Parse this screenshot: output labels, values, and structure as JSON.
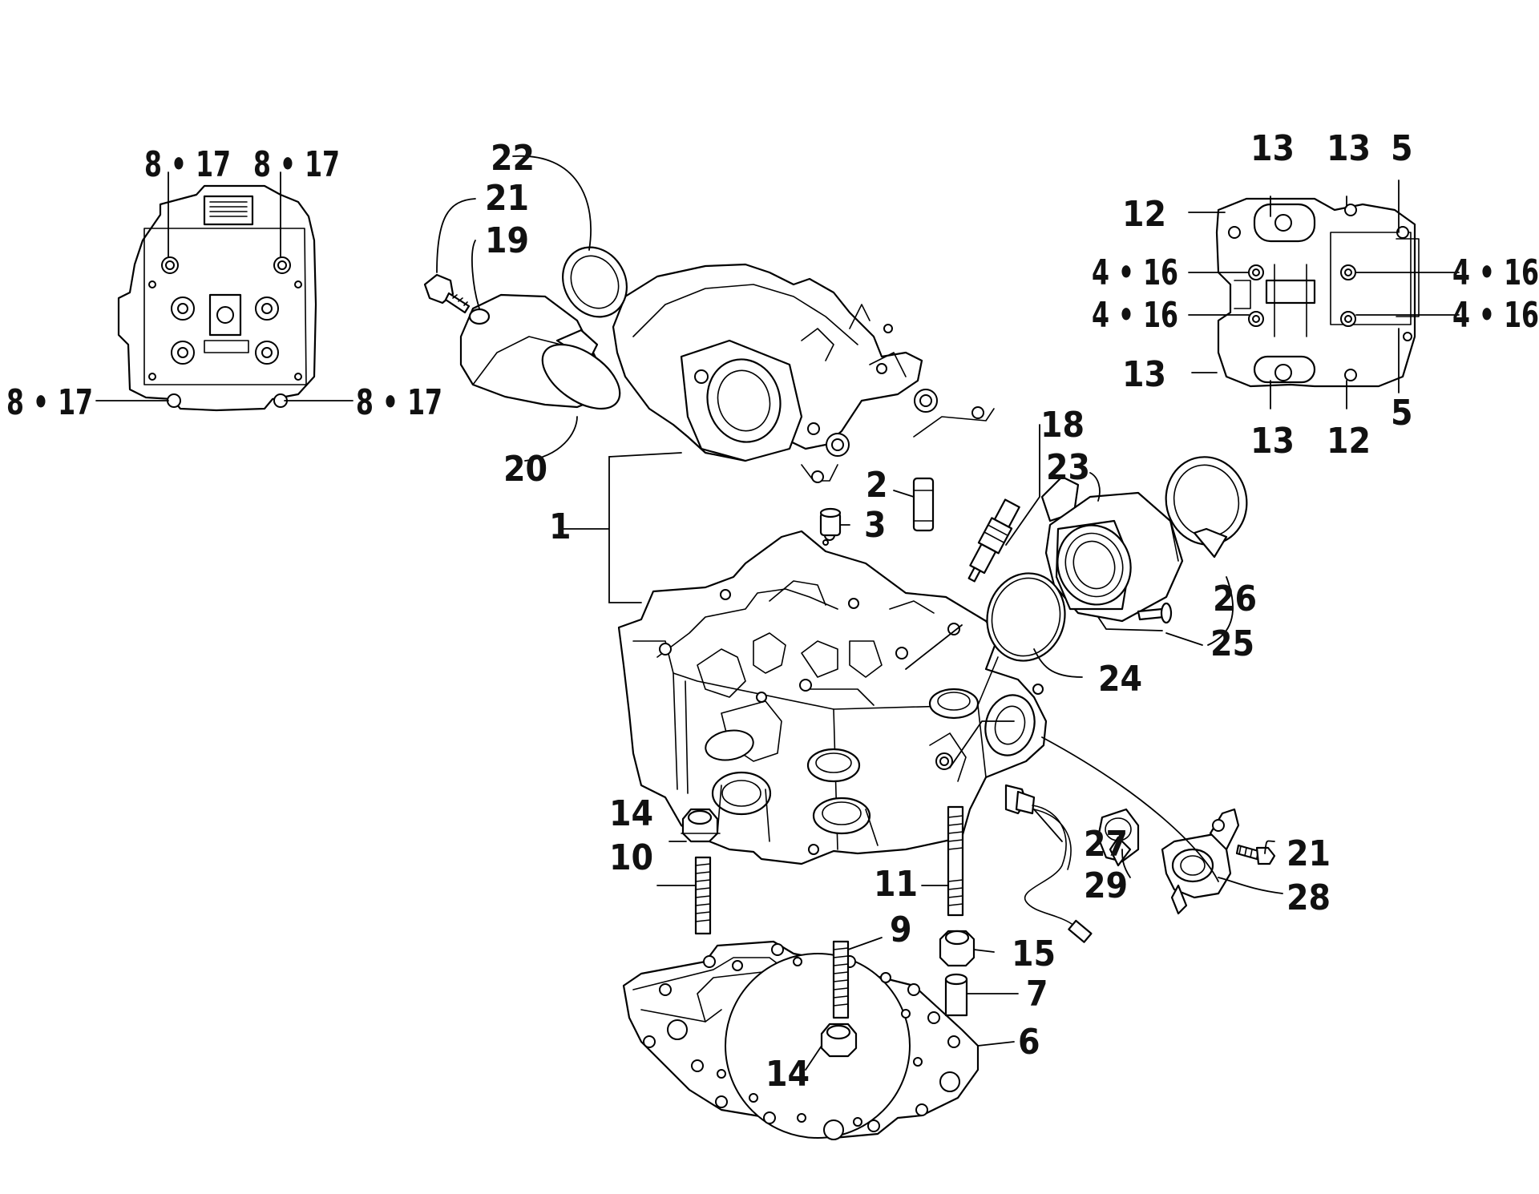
{
  "callouts": {
    "c1": "1",
    "c2": "2",
    "c3": "3",
    "c4_16_a": "4 • 16",
    "c4_16_b": "4 • 16",
    "c4_16_c": "4 • 16",
    "c4_16_d": "4 • 16",
    "c5_a": "5",
    "c5_b": "5",
    "c6": "6",
    "c7": "7",
    "c8_17_a": "8 • 17",
    "c8_17_b": "8 • 17",
    "c8_17_c": "8 • 17",
    "c8_17_d": "8 • 17",
    "c9": "9",
    "c10": "10",
    "c11": "11",
    "c12_a": "12",
    "c12_b": "12",
    "c13_a": "13",
    "c13_b": "13",
    "c13_c": "13",
    "c13_d": "13",
    "c14_a": "14",
    "c14_b": "14",
    "c15": "15",
    "c18": "18",
    "c19": "19",
    "c20": "20",
    "c21_a": "21",
    "c21_b": "21",
    "c22": "22",
    "c23": "23",
    "c24": "24",
    "c25": "25",
    "c26": "26",
    "c27": "27",
    "c28": "28",
    "c29": "29"
  }
}
